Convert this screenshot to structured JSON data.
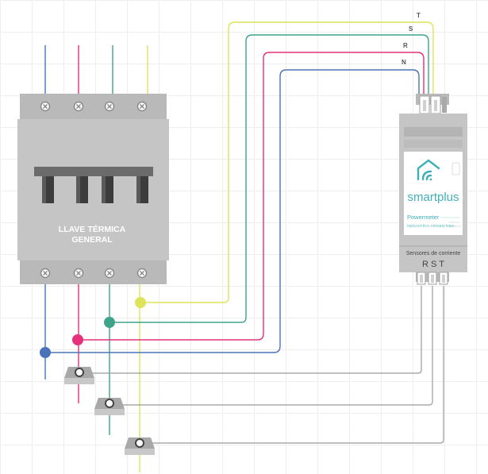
{
  "breaker": {
    "label_line1": "LLAVE TÉRMICA",
    "label_line2": "GENERAL"
  },
  "device": {
    "brand": "smartplus",
    "product": "Powermeter",
    "origin": "INDUSTRIA ARGENTINA",
    "sensors_label": "Sensores de corriente",
    "sensor_letters": "R S T"
  },
  "phase_labels": {
    "t": "T",
    "s": "S",
    "r": "R",
    "n": "N"
  },
  "colors": {
    "t": "#dde35a",
    "s": "#3fa38c",
    "r": "#e6307c",
    "n": "#4a74b8",
    "sensor_wire": "#9a9a9a",
    "body": "#c5c5c5",
    "body_dark": "#a9a9a9",
    "brand": "#3fb0b8"
  }
}
